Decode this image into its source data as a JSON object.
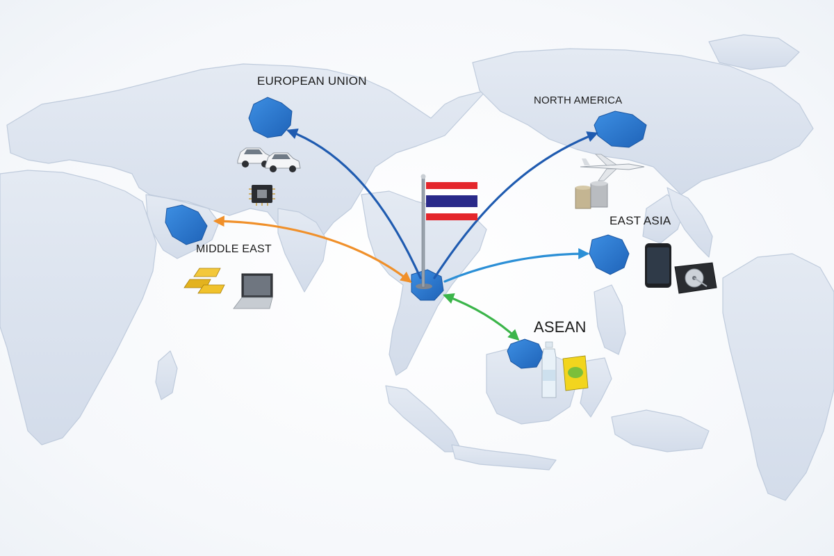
{
  "map": {
    "regions": [
      {
        "id": "eu",
        "label": "EUROPEAN UNION",
        "products": [
          "cars",
          "microchip"
        ]
      },
      {
        "id": "na",
        "label": "NORTH AMERICA",
        "products": [
          "airplane",
          "canned-food"
        ]
      },
      {
        "id": "me",
        "label": "MIDDLE EAST",
        "products": [
          "gold-bars",
          "laptop"
        ]
      },
      {
        "id": "ea",
        "label": "EAST ASIA",
        "products": [
          "smartphone",
          "hard-drive"
        ]
      },
      {
        "id": "as",
        "label": "ASEAN",
        "products": [
          "water-bottle",
          "snack-pack"
        ]
      }
    ],
    "origin": {
      "flag": "thailand"
    },
    "colors": {
      "landmass": "#d9e2ee",
      "landmass_edge": "#bfcbdc",
      "region_highlight": "#2f7fd4",
      "arrow_eu": "#1f5bb0",
      "arrow_na": "#1f5bb0",
      "arrow_ea": "#2b8fd6",
      "arrow_me": "#f0902a",
      "arrow_as": "#3bb54a",
      "flag_red": "#e4262c",
      "flag_white": "#ffffff",
      "flag_blue": "#2a2a8a"
    }
  }
}
